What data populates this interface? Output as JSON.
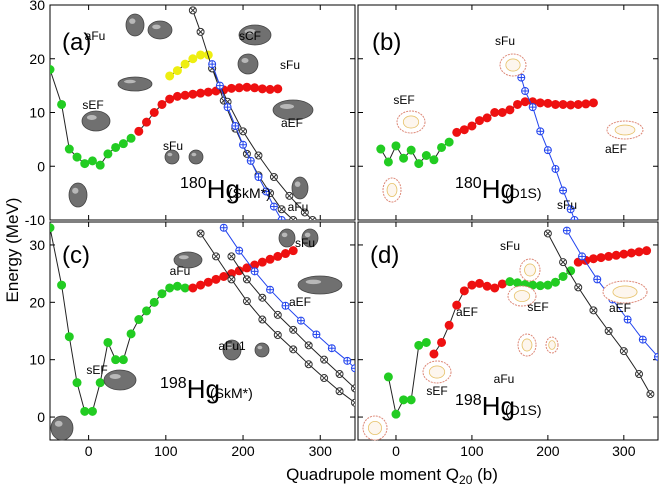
{
  "colors": {
    "green": "#22cc22",
    "red": "#ee1111",
    "yellow": "#eeee11",
    "blue": "#2244ee",
    "dark": "#333333",
    "shape": "#707070",
    "density": "#dd8877"
  },
  "axis": {
    "xlabel_main": "Quadrupole moment Q",
    "xlabel_sub": "20",
    "xlabel_unit": " (b)",
    "ylabel": "Energy (MeV)"
  },
  "chart_data": [
    {
      "panel": "(a)",
      "type": "line",
      "nucleus_mass": "180",
      "nucleus": "Hg",
      "functional": "(SkM*)",
      "xlim": [
        -50,
        345
      ],
      "ylim": [
        -10,
        30
      ],
      "xticks": [],
      "yticks": [
        "-10",
        "0",
        "10",
        "20",
        "30"
      ],
      "series": [
        {
          "path": "green",
          "points": [
            [
              -50,
              18
            ],
            [
              -35,
              11.5
            ],
            [
              -25,
              3.2
            ],
            [
              -15,
              1.7
            ],
            [
              -5,
              0.5
            ],
            [
              5,
              1
            ],
            [
              15,
              0.2
            ],
            [
              25,
              2.3
            ],
            [
              35,
              3.5
            ],
            [
              45,
              4.2
            ],
            [
              55,
              5.2
            ]
          ]
        },
        {
          "path": "red",
          "points": [
            [
              65,
              6.5
            ],
            [
              75,
              8.2
            ],
            [
              85,
              10
            ],
            [
              95,
              11.5
            ],
            [
              105,
              12.5
            ],
            [
              115,
              13
            ],
            [
              125,
              13.2
            ],
            [
              135,
              13.4
            ],
            [
              145,
              13.6
            ],
            [
              155,
              13.8
            ],
            [
              165,
              14
            ],
            [
              175,
              14.2
            ],
            [
              185,
              14.5
            ],
            [
              195,
              14.6
            ],
            [
              205,
              14.7
            ],
            [
              215,
              14.6
            ],
            [
              225,
              14.4
            ],
            [
              235,
              14.3
            ],
            [
              245,
              14.4
            ]
          ]
        },
        {
          "path": "yellow",
          "points": [
            [
              105,
              16.8
            ],
            [
              115,
              17.8
            ],
            [
              125,
              19
            ],
            [
              135,
              20
            ],
            [
              145,
              20.7
            ],
            [
              155,
              20.7
            ]
          ]
        },
        {
          "path": "dark",
          "points": [
            [
              135,
              29
            ],
            [
              145,
              25
            ],
            [
              160,
              18.2
            ],
            [
              175,
              12.2
            ],
            [
              190,
              7
            ],
            [
              205,
              2.3
            ],
            [
              220,
              -1.7
            ],
            [
              235,
              -5
            ],
            [
              250,
              -8
            ],
            [
              265,
              -10
            ]
          ]
        },
        {
          "path": "dark",
          "points": [
            [
              160,
              18.2
            ],
            [
              180,
              12
            ],
            [
              200,
              6.5
            ],
            [
              220,
              2
            ],
            [
              240,
              -2
            ],
            [
              260,
              -5.5
            ],
            [
              280,
              -8.6
            ],
            [
              290,
              -10
            ]
          ]
        },
        {
          "path": "blue",
          "points": [
            [
              160,
              19
            ],
            [
              170,
              15
            ],
            [
              180,
              11
            ],
            [
              190,
              7.5
            ],
            [
              200,
              4
            ],
            [
              210,
              1
            ],
            [
              220,
              -2
            ],
            [
              230,
              -4.7
            ],
            [
              240,
              -7.5
            ],
            [
              250,
              -10
            ]
          ]
        }
      ],
      "annotations": [
        "aFu",
        "sCF",
        "sFu",
        "sEF",
        "aEF",
        "sFu",
        "aFu"
      ]
    },
    {
      "panel": "(b)",
      "type": "line",
      "nucleus_mass": "180",
      "nucleus": "Hg",
      "functional": "(D1S)",
      "xlim": [
        -50,
        345
      ],
      "ylim": [
        -10,
        30
      ],
      "xticks": [],
      "yticks": [],
      "series": [
        {
          "path": "green",
          "points": [
            [
              -20,
              3.2
            ],
            [
              -10,
              0.8
            ],
            [
              0,
              3.8
            ],
            [
              10,
              1.5
            ],
            [
              20,
              3
            ],
            [
              30,
              0.5
            ],
            [
              40,
              2
            ],
            [
              50,
              1.2
            ],
            [
              60,
              3.5
            ],
            [
              70,
              4.5
            ]
          ]
        },
        {
          "path": "red",
          "points": [
            [
              80,
              6.3
            ],
            [
              90,
              6.8
            ],
            [
              100,
              7.5
            ],
            [
              110,
              8.5
            ],
            [
              120,
              9
            ],
            [
              130,
              10
            ],
            [
              140,
              10
            ],
            [
              150,
              10.5
            ],
            [
              160,
              11.5
            ],
            [
              170,
              12
            ],
            [
              180,
              12
            ],
            [
              190,
              11.8
            ],
            [
              200,
              11.7
            ],
            [
              210,
              11.5
            ],
            [
              220,
              11.5
            ],
            [
              230,
              11.4
            ],
            [
              240,
              11.5
            ],
            [
              250,
              11.6
            ],
            [
              260,
              11.8
            ]
          ]
        },
        {
          "path": "blue",
          "points": [
            [
              160,
              19
            ],
            [
              165,
              16.5
            ],
            [
              170,
              14
            ],
            [
              180,
              11
            ],
            [
              190,
              6.5
            ],
            [
              200,
              3
            ],
            [
              210,
              -0.5
            ],
            [
              220,
              -4.5
            ],
            [
              230,
              -8
            ],
            [
              235,
              -10
            ]
          ]
        }
      ],
      "annotations": [
        "sFu",
        "sEF",
        "aEF",
        "sFu"
      ]
    },
    {
      "panel": "(c)",
      "type": "line",
      "nucleus_mass": "198",
      "nucleus": "Hg",
      "functional": "(SkM*)",
      "xlim": [
        -50,
        345
      ],
      "ylim": [
        -4,
        34
      ],
      "xticks": [
        "0",
        "100",
        "200",
        "300"
      ],
      "yticks": [
        "0",
        "10",
        "20",
        "30"
      ],
      "series": [
        {
          "path": "green",
          "points": [
            [
              -50,
              33
            ],
            [
              -35,
              23
            ],
            [
              -25,
              14
            ],
            [
              -15,
              6
            ],
            [
              -5,
              1
            ],
            [
              5,
              1
            ],
            [
              15,
              6
            ],
            [
              25,
              13
            ],
            [
              35,
              10
            ],
            [
              45,
              10
            ],
            [
              55,
              14.5
            ],
            [
              65,
              17
            ],
            [
              75,
              18.5
            ],
            [
              85,
              20
            ],
            [
              95,
              21.5
            ],
            [
              105,
              22.5
            ],
            [
              115,
              22.8
            ],
            [
              125,
              22.5
            ]
          ]
        },
        {
          "path": "red",
          "points": [
            [
              135,
              22.5
            ],
            [
              145,
              23
            ],
            [
              155,
              23.5
            ],
            [
              165,
              24
            ],
            [
              175,
              24.5
            ],
            [
              185,
              25
            ],
            [
              195,
              25.5
            ],
            [
              205,
              26
            ],
            [
              215,
              26.5
            ],
            [
              225,
              27
            ],
            [
              235,
              27.5
            ],
            [
              245,
              28
            ],
            [
              255,
              28.5
            ],
            [
              265,
              29
            ]
          ]
        },
        {
          "path": "dark",
          "points": [
            [
              145,
              32
            ],
            [
              165,
              28
            ],
            [
              185,
              24
            ],
            [
              205,
              20.2
            ],
            [
              225,
              17
            ],
            [
              245,
              14.3
            ],
            [
              265,
              11.8
            ],
            [
              285,
              9.2
            ],
            [
              305,
              6.8
            ],
            [
              325,
              4.5
            ],
            [
              345,
              2.5
            ]
          ]
        },
        {
          "path": "dark",
          "points": [
            [
              185,
              28
            ],
            [
              205,
              24
            ],
            [
              225,
              20.8
            ],
            [
              245,
              17.8
            ],
            [
              265,
              15.2
            ],
            [
              285,
              12.5
            ],
            [
              305,
              10
            ],
            [
              325,
              7.5
            ],
            [
              345,
              5
            ]
          ]
        },
        {
          "path": "blue",
          "points": [
            [
              175,
              33
            ],
            [
              195,
              29
            ],
            [
              215,
              25.4
            ],
            [
              235,
              22.2
            ],
            [
              255,
              19.4
            ],
            [
              275,
              16.8
            ],
            [
              295,
              14.4
            ],
            [
              315,
              12
            ],
            [
              335,
              9.8
            ],
            [
              345,
              8.5
            ]
          ]
        }
      ],
      "annotations": [
        "aFu",
        "sFu",
        "aEF",
        "sEF",
        "aFu1"
      ]
    },
    {
      "panel": "(d)",
      "type": "line",
      "nucleus_mass": "198",
      "nucleus": "Hg",
      "functional": "(D1S)",
      "xlim": [
        -50,
        345
      ],
      "ylim": [
        -4,
        34
      ],
      "xticks": [
        "0",
        "100",
        "200",
        "300"
      ],
      "yticks": [],
      "series": [
        {
          "path": "green",
          "points": [
            [
              -10,
              7
            ],
            [
              0,
              0.5
            ],
            [
              10,
              3
            ],
            [
              20,
              3
            ],
            [
              30,
              12.5
            ],
            [
              40,
              13
            ]
          ]
        },
        {
          "path": "red",
          "points": [
            [
              50,
              11
            ],
            [
              60,
              13
            ],
            [
              70,
              16
            ],
            [
              80,
              19.5
            ],
            [
              90,
              22
            ],
            [
              100,
              23
            ],
            [
              110,
              23.3
            ],
            [
              120,
              22.8
            ],
            [
              130,
              22.5
            ],
            [
              140,
              23.2
            ]
          ]
        },
        {
          "path": "green",
          "points": [
            [
              150,
              23.6
            ],
            [
              160,
              23.4
            ],
            [
              170,
              23.1
            ],
            [
              180,
              23
            ],
            [
              190,
              22.9
            ],
            [
              200,
              23
            ],
            [
              210,
              23.5
            ],
            [
              220,
              24.5
            ],
            [
              230,
              25.5
            ]
          ]
        },
        {
          "path": "red",
          "points": [
            [
              240,
              27
            ],
            [
              250,
              27.3
            ],
            [
              260,
              27.6
            ],
            [
              270,
              27.8
            ],
            [
              280,
              28
            ],
            [
              290,
              28.2
            ],
            [
              300,
              28.4
            ],
            [
              310,
              28.6
            ],
            [
              320,
              28.8
            ],
            [
              330,
              29
            ]
          ]
        },
        {
          "path": "dark",
          "points": [
            [
              200,
              32
            ],
            [
              220,
              27
            ],
            [
              240,
              22.6
            ],
            [
              260,
              18.6
            ],
            [
              280,
              15
            ],
            [
              300,
              11.5
            ],
            [
              320,
              7.5
            ],
            [
              335,
              4
            ]
          ]
        },
        {
          "path": "blue",
          "points": [
            [
              225,
              32.5
            ],
            [
              245,
              28
            ],
            [
              265,
              24
            ],
            [
              285,
              20.5
            ],
            [
              305,
              17
            ],
            [
              325,
              13.5
            ],
            [
              345,
              10.5
            ]
          ]
        }
      ],
      "annotations": [
        "sFu",
        "aEF",
        "sEF",
        "aEF",
        "sEF",
        "aFu"
      ]
    }
  ]
}
